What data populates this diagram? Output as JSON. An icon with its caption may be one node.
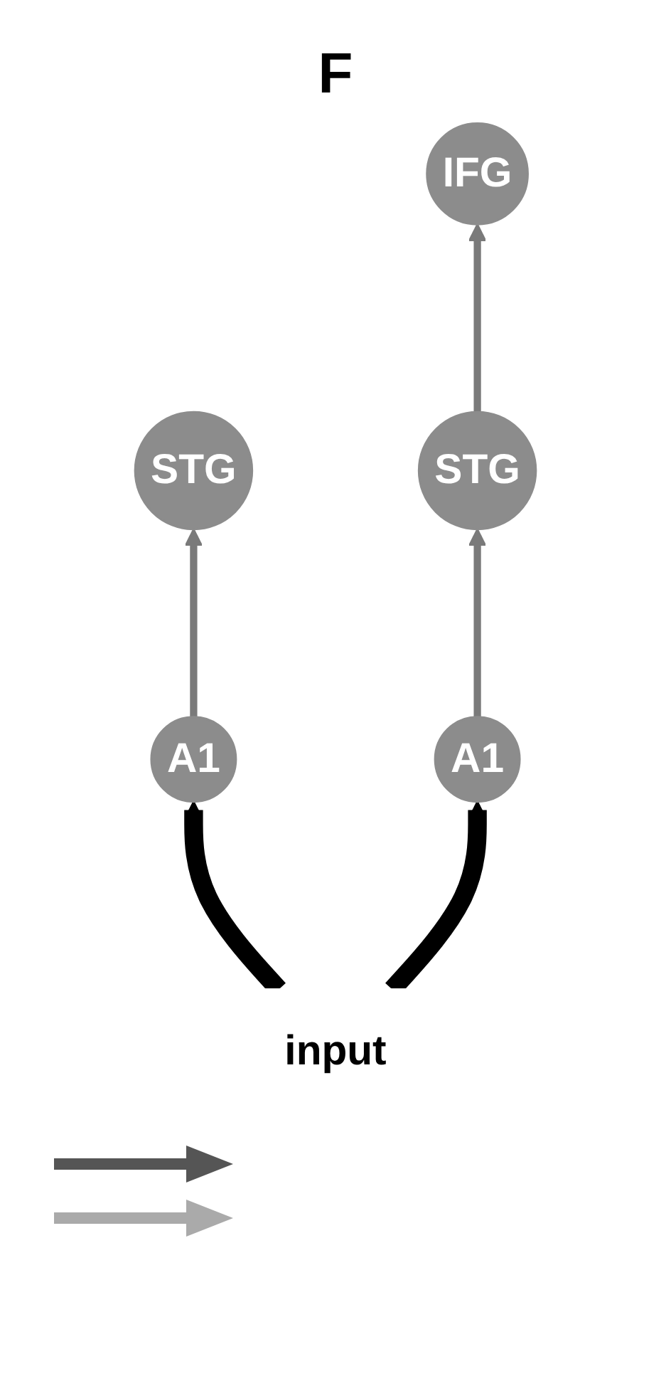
{
  "diagram": {
    "nodes": [
      {
        "text": [
          "IFG"
        ]
      },
      {
        "text": [
          "STG"
        ]
      },
      {
        "text": [
          "STG"
        ]
      },
      {
        "text": [
          "A1"
        ]
      },
      {
        "text": [
          "A1"
        ]
      },
      {
        "text": [
          "input"
        ]
      }
    ],
    "edges": [
      {
        "from": 5,
        "to": 3,
        "arrow": "to",
        "style": "thick",
        "color": "#000000"
      },
      {
        "from": 5,
        "to": 4,
        "arrow": "to",
        "style": "thick",
        "color": "#000000"
      },
      {
        "from": 3,
        "to": 1,
        "arrow": "to"
      },
      {
        "from": 4,
        "to": 2,
        "arrow": "to"
      },
      {
        "from": 2,
        "to": 0,
        "arrow": "to"
      }
    ],
    "labels": [
      "F"
    ]
  }
}
